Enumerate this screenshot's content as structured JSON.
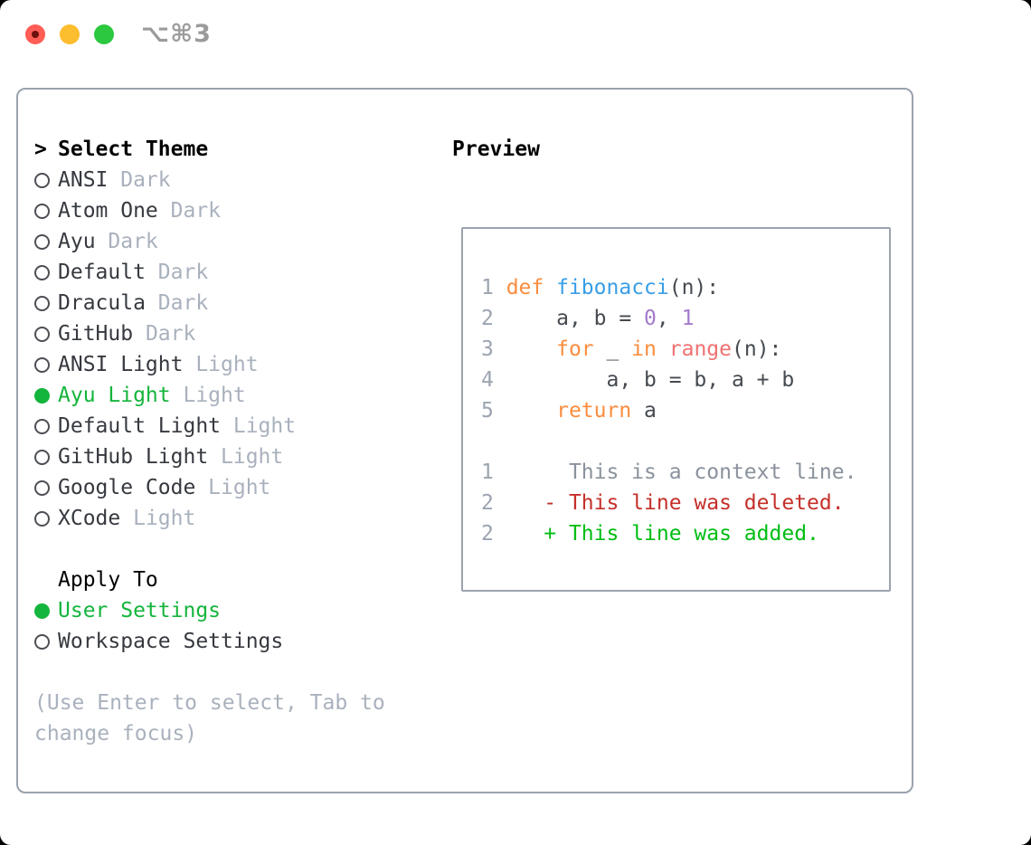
{
  "window": {
    "title": "⌥⌘3",
    "traffic_lights": [
      "close",
      "minimize",
      "zoom"
    ]
  },
  "colors": {
    "accent-green": "#14b53c",
    "kw": "#fa8d3e",
    "fn": "#399ee6",
    "bi": "#f07171",
    "numlit": "#a37acc",
    "plain": "#454a50",
    "ln": "#9ba4b0",
    "ctx": "#8a929c",
    "del": "#c5302a",
    "add": "#00bd13",
    "muted": "#a9b1bd",
    "dark-text": "#36393f",
    "border": "#9aa3ae"
  },
  "theme_picker": {
    "header_prefix": ">",
    "header": "Select Theme",
    "items": [
      {
        "name": "ANSI",
        "tag": "Dark",
        "selected": false
      },
      {
        "name": "Atom One",
        "tag": "Dark",
        "selected": false
      },
      {
        "name": "Ayu",
        "tag": "Dark",
        "selected": false
      },
      {
        "name": "Default",
        "tag": "Dark",
        "selected": false
      },
      {
        "name": "Dracula",
        "tag": "Dark",
        "selected": false
      },
      {
        "name": "GitHub",
        "tag": "Dark",
        "selected": false
      },
      {
        "name": "ANSI Light",
        "tag": "Light",
        "selected": false
      },
      {
        "name": "Ayu Light",
        "tag": "Light",
        "selected": true
      },
      {
        "name": "Default Light",
        "tag": "Light",
        "selected": false
      },
      {
        "name": "GitHub Light",
        "tag": "Light",
        "selected": false
      },
      {
        "name": "Google Code",
        "tag": "Light",
        "selected": false
      },
      {
        "name": "XCode",
        "tag": "Light",
        "selected": false
      }
    ]
  },
  "apply_to": {
    "header": "Apply To",
    "options": [
      {
        "name": "User Settings",
        "selected": true
      },
      {
        "name": "Workspace Settings",
        "selected": false
      }
    ]
  },
  "hint": "(Use Enter to select, Tab to change focus)",
  "preview": {
    "header": "Preview",
    "code_lines": [
      {
        "num": "1",
        "tokens": [
          {
            "t": "def",
            "c": "kw"
          },
          {
            "t": " "
          },
          {
            "t": "fibonacci",
            "c": "fn"
          },
          {
            "t": "(n):"
          }
        ]
      },
      {
        "num": "2",
        "tokens": [
          {
            "t": "    a, b = "
          },
          {
            "t": "0",
            "c": "num"
          },
          {
            "t": ", "
          },
          {
            "t": "1",
            "c": "num"
          }
        ]
      },
      {
        "num": "3",
        "tokens": [
          {
            "t": "    "
          },
          {
            "t": "for",
            "c": "kw"
          },
          {
            "t": " _ "
          },
          {
            "t": "in",
            "c": "kw"
          },
          {
            "t": " "
          },
          {
            "t": "range",
            "c": "bi"
          },
          {
            "t": "(n):"
          }
        ]
      },
      {
        "num": "4",
        "tokens": [
          {
            "t": "        a, b = b, a + b"
          }
        ]
      },
      {
        "num": "5",
        "tokens": [
          {
            "t": "    "
          },
          {
            "t": "return",
            "c": "kw"
          },
          {
            "t": " a"
          }
        ]
      }
    ],
    "diff_lines": [
      {
        "num": "1",
        "marker": " ",
        "text": "This is a context line.",
        "kind": "context"
      },
      {
        "num": "2",
        "marker": "-",
        "text": "This line was deleted.",
        "kind": "deleted"
      },
      {
        "num": "2",
        "marker": "+",
        "text": "This line was added.",
        "kind": "added"
      }
    ]
  }
}
